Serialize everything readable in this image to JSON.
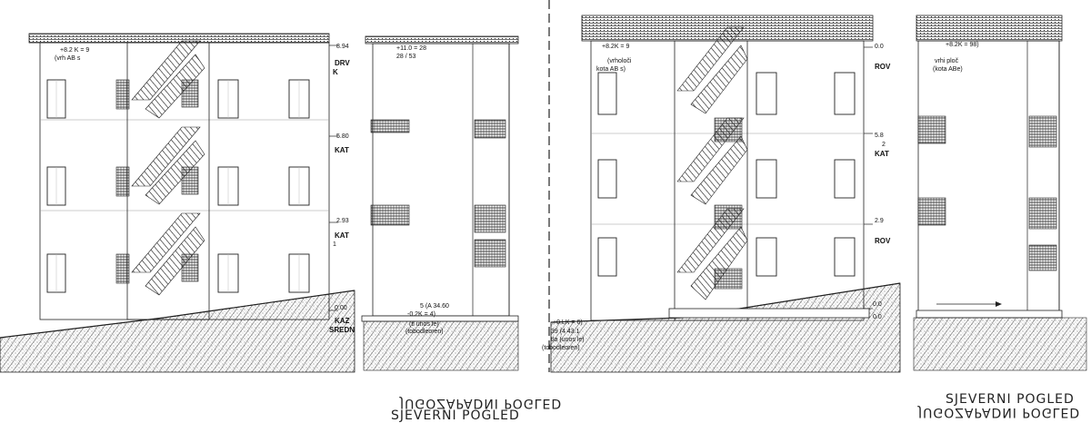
{
  "sheet": {
    "left_panel": {
      "top_marks": [
        "+8.2 K = 9",
        "(vrh AB s"
      ],
      "side_levels": [
        "8.94",
        "DRV",
        "K",
        "5.80",
        "KAT",
        "2.93",
        "KAT",
        "1",
        "0.00",
        "KAZ",
        "SREDN"
      ],
      "section_marks": [
        "+11.0 = 28",
        "28 / 53"
      ],
      "section_levels": [
        "5 (A 34.60",
        "-0.2K = 4)",
        "(tl unos le)",
        "(tobodleoren)"
      ]
    },
    "right_panel": {
      "top_marks": [
        "+8.2K = 9",
        "(vrholoči",
        "kota AB s)"
      ],
      "side_levels": [
        "0.0",
        "ROV",
        "5.8",
        "2",
        "KAT",
        "2.9",
        "ROV"
      ],
      "ground_marks": [
        "+0.LK = 6)",
        "39 (4 43.1",
        "tla (unos le)",
        "(tobodleoren)"
      ],
      "section_marks": [
        "+8.2K = 98)",
        "vrhi ploč",
        "(kota ABe)"
      ],
      "section_levels": [
        "0.0",
        "0.0"
      ]
    },
    "titles": {
      "left_mirrored": "JUGOZAPADNI POGLED",
      "left": "SJEVERNI POGLED",
      "right": "SJEVERNI POGLED",
      "right_mirrored": "JUGOZAPADNI POGLED"
    }
  }
}
